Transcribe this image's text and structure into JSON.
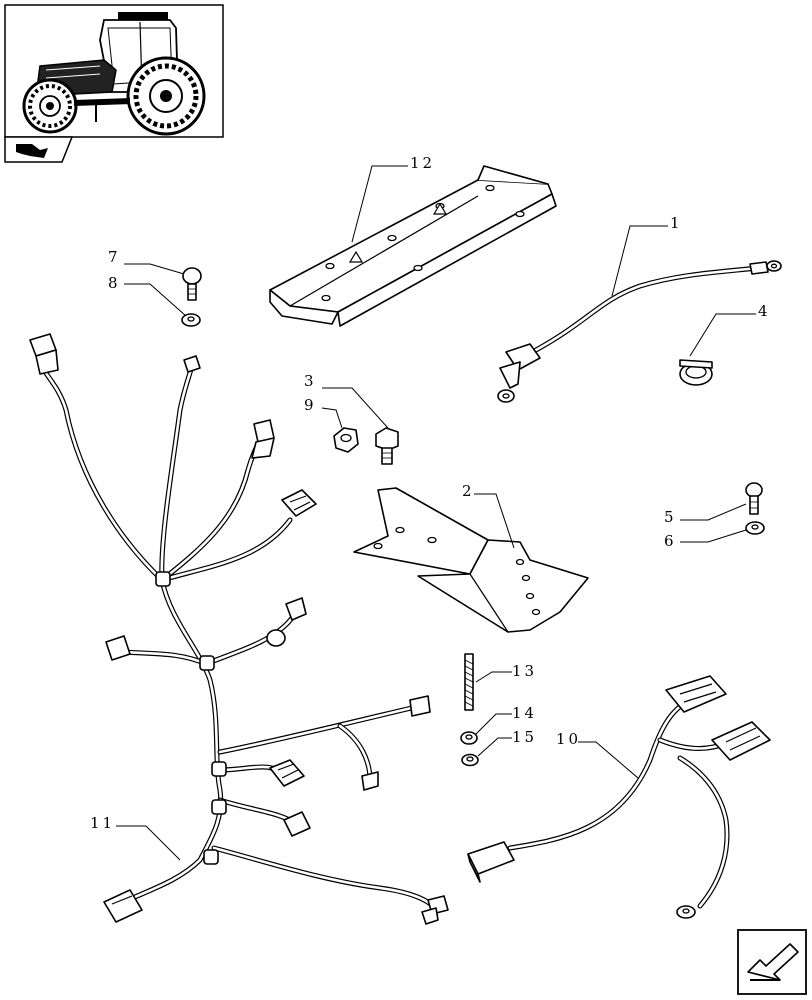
{
  "diagram": {
    "callouts": [
      {
        "id": "callout-1",
        "label": "1"
      },
      {
        "id": "callout-2",
        "label": "2"
      },
      {
        "id": "callout-3",
        "label": "3"
      },
      {
        "id": "callout-4",
        "label": "4"
      },
      {
        "id": "callout-5",
        "label": "5"
      },
      {
        "id": "callout-6",
        "label": "6"
      },
      {
        "id": "callout-7",
        "label": "7"
      },
      {
        "id": "callout-8",
        "label": "8"
      },
      {
        "id": "callout-9",
        "label": "9"
      },
      {
        "id": "callout-10",
        "label": "10"
      },
      {
        "id": "callout-11",
        "label": "11"
      },
      {
        "id": "callout-12",
        "label": "12"
      },
      {
        "id": "callout-13",
        "label": "13"
      },
      {
        "id": "callout-14",
        "label": "14"
      },
      {
        "id": "callout-15",
        "label": "15"
      }
    ],
    "icons": {
      "thumbnail": "tractor-thumbnail-icon",
      "section": "section-tag-icon",
      "navigation": "next-page-arrow-icon"
    }
  }
}
